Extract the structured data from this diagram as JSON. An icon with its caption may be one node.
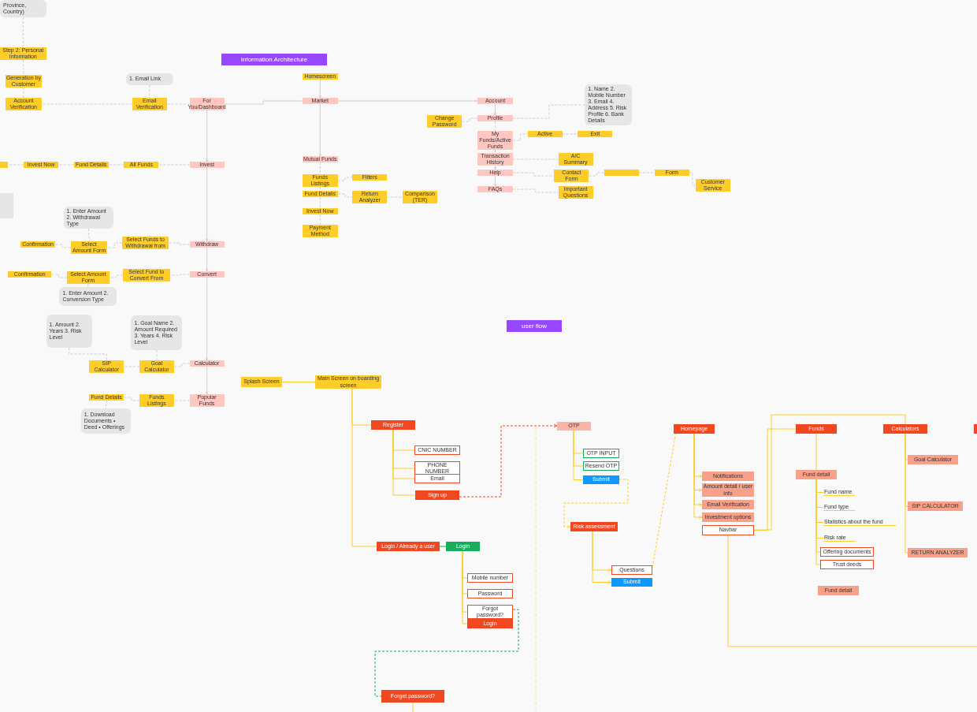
{
  "diagram": {
    "title": "Information Architecture",
    "nodes": [
      {
        "text": [
          "Province, Country)"
        ]
      },
      {
        "text": [
          "Step 2: Personal Information"
        ]
      },
      {
        "text": [
          "Generation by Customer"
        ]
      },
      {
        "text": [
          "Account Verification"
        ]
      },
      {
        "text": [
          "1. Email Link"
        ]
      },
      {
        "text": [
          "Email Verification"
        ]
      },
      {
        "text": [
          "For You/Dashboard"
        ]
      },
      {
        "text": [
          "Homescreen"
        ]
      },
      {
        "text": [
          "Market"
        ]
      },
      {
        "text": [
          "Account"
        ]
      },
      {
        "text": [
          "1. Name 2. Mobile Number 3. Email 4. Address 5. Risk Profile 6. Bank Details"
        ]
      },
      {
        "text": [
          "Change Password"
        ]
      },
      {
        "text": [
          "Profile"
        ]
      },
      {
        "text": [
          "My Funds/Active Funds"
        ]
      },
      {
        "text": [
          "Active"
        ]
      },
      {
        "text": [
          "Exit"
        ]
      },
      {
        "text": [
          "Transaction History"
        ]
      },
      {
        "text": [
          "A/C Summary"
        ]
      },
      {
        "text": [
          "Help"
        ]
      },
      {
        "text": [
          "Contact Form"
        ]
      },
      {
        "text": [],
        "shape": "box"
      },
      {
        "text": [
          "Form"
        ]
      },
      {
        "text": [
          "Customer Service"
        ]
      },
      {
        "text": [
          "FAQs"
        ]
      },
      {
        "text": [
          "Important Questions"
        ]
      },
      {
        "text": [
          "Mutual Funds"
        ]
      },
      {
        "text": [
          "Funds Listings"
        ]
      },
      {
        "text": [
          "Filters"
        ]
      },
      {
        "text": [
          "Fund Details"
        ]
      },
      {
        "text": [
          "Return Analyzer"
        ]
      },
      {
        "text": [
          "Comparison (TER)"
        ]
      },
      {
        "text": [
          "Invest Now"
        ]
      },
      {
        "text": [
          "Payment Method"
        ]
      },
      {
        "text": [],
        "shape": "box"
      },
      {
        "text": [
          "Invest Now"
        ]
      },
      {
        "text": [
          "Fund Details"
        ]
      },
      {
        "text": [
          "All Funds"
        ]
      },
      {
        "text": [
          "Invest"
        ]
      },
      {
        "text": [],
        "shape": "box"
      },
      {
        "text": [
          "1. Enter Amount 2. Withdrawal Type"
        ]
      },
      {
        "text": [
          "Confirmation"
        ]
      },
      {
        "text": [
          "Select Amount Form"
        ]
      },
      {
        "text": [
          "Select Funds to Withdrawal from"
        ]
      },
      {
        "text": [
          "Withdraw"
        ]
      },
      {
        "text": [
          "Confirmation"
        ]
      },
      {
        "text": [
          "Select Amount Form"
        ]
      },
      {
        "text": [
          "Select Fund to Convert From"
        ]
      },
      {
        "text": [
          "Convert"
        ]
      },
      {
        "text": [
          "1. Enter Amount 2. Conversion Type"
        ]
      },
      {
        "text": [
          "1. Amount 2. Years 3. Risk Level"
        ]
      },
      {
        "text": [
          "1. Goal Name 2. Amount Required 3. Years 4. Risk Level"
        ]
      },
      {
        "text": [
          "SIP Calculator"
        ]
      },
      {
        "text": [
          "Goal Calculator"
        ]
      },
      {
        "text": [
          "Calculator"
        ]
      },
      {
        "text": [
          "Fund Details"
        ]
      },
      {
        "text": [
          "Funds Listings"
        ]
      },
      {
        "text": [
          "Popular Funds"
        ]
      },
      {
        "text": [
          "1. Download Documents • Deed • Offerings"
        ]
      },
      {
        "text": [
          "Splash Screen"
        ]
      },
      {
        "text": [
          "Main Screen on boarding screen"
        ]
      },
      {
        "text": [
          "Register"
        ]
      },
      {
        "text": [
          "CNIC NUMBER"
        ]
      },
      {
        "text": [
          "PHONE NUMBER"
        ]
      },
      {
        "text": [
          "Email"
        ]
      },
      {
        "text": [
          "Sign up"
        ]
      },
      {
        "text": [
          "Login / Already a user"
        ]
      },
      {
        "text": [
          "Login"
        ]
      },
      {
        "text": [
          "Mobile number"
        ]
      },
      {
        "text": [
          "Password"
        ]
      },
      {
        "text": [
          "Forgot password?"
        ]
      },
      {
        "text": [
          "Login"
        ]
      },
      {
        "text": [
          "Forget password?"
        ]
      },
      {
        "text": [
          "OTP"
        ]
      },
      {
        "text": [
          "OTP INPUT"
        ]
      },
      {
        "text": [
          "Resend OTP"
        ]
      },
      {
        "text": [
          "Submit"
        ]
      },
      {
        "text": [
          "Risk assessment"
        ]
      },
      {
        "text": [
          "Questions"
        ]
      },
      {
        "text": [
          "Submit"
        ]
      },
      {
        "text": [
          "Homepage"
        ]
      },
      {
        "text": [
          "Notifications"
        ]
      },
      {
        "text": [
          "Amount detail / user info"
        ]
      },
      {
        "text": [
          "Email Verification"
        ]
      },
      {
        "text": [
          "Investment options"
        ]
      },
      {
        "text": [
          "Navbar"
        ]
      },
      {
        "text": [
          "Funds"
        ]
      },
      {
        "text": [
          "Fund detail"
        ]
      },
      {
        "text": [
          "Fund name"
        ]
      },
      {
        "text": [
          "Fund type"
        ]
      },
      {
        "text": [
          "Statistics about the fund"
        ]
      },
      {
        "text": [
          "Risk rate"
        ]
      },
      {
        "text": [
          "Offering documents"
        ]
      },
      {
        "text": [
          "Trust deeds"
        ]
      },
      {
        "text": [
          "Fund detail"
        ]
      },
      {
        "text": [
          "Calculators"
        ]
      },
      {
        "text": [
          "Goal Calculator"
        ]
      },
      {
        "text": [
          "SIP CALCULATOR"
        ]
      },
      {
        "text": [
          "RETURN ANALYZER"
        ]
      },
      {
        "text": [],
        "shape": "box"
      }
    ],
    "edges": [
      {
        "from": 0,
        "to": 1,
        "arrow": "none",
        "style": "dashed"
      },
      {
        "from": 1,
        "to": 2,
        "arrow": "none",
        "style": "dashed"
      },
      {
        "from": 2,
        "to": 3,
        "arrow": "none",
        "style": "dashed"
      },
      {
        "from": 5,
        "to": 3,
        "arrow": "none",
        "style": "dashed"
      },
      {
        "from": 4,
        "to": 5,
        "arrow": "none",
        "style": "dashed"
      },
      {
        "from": 6,
        "to": 5,
        "arrow": "none",
        "style": "dashed"
      },
      {
        "from": 6,
        "to": 8,
        "arrow": "none"
      },
      {
        "from": 7,
        "to": 8,
        "arrow": "to"
      },
      {
        "from": 8,
        "to": 9,
        "arrow": "to"
      },
      {
        "from": 9,
        "to": 12,
        "arrow": "to"
      },
      {
        "from": 12,
        "to": 11,
        "arrow": "none",
        "style": "dashed"
      },
      {
        "from": 12,
        "to": 10,
        "arrow": "none",
        "style": "dashed"
      },
      {
        "from": 12,
        "to": 13,
        "arrow": "none",
        "style": "dashed"
      },
      {
        "from": 13,
        "to": 14,
        "arrow": "none",
        "style": "dashed"
      },
      {
        "from": 14,
        "to": 15,
        "arrow": "none",
        "style": "dashed"
      },
      {
        "from": 13,
        "to": 16,
        "arrow": "none",
        "style": "dashed"
      },
      {
        "from": 16,
        "to": 17,
        "arrow": "none",
        "style": "dashed"
      },
      {
        "from": 16,
        "to": 18,
        "arrow": "to"
      },
      {
        "from": 18,
        "to": 19,
        "arrow": "none",
        "style": "dashed"
      },
      {
        "from": 19,
        "to": 20,
        "arrow": "none",
        "style": "dashed"
      },
      {
        "from": 20,
        "to": 21,
        "arrow": "none",
        "style": "dashed"
      },
      {
        "from": 21,
        "to": 22,
        "arrow": "none",
        "style": "dashed"
      },
      {
        "from": 18,
        "to": 23,
        "arrow": "to"
      },
      {
        "from": 23,
        "to": 24,
        "arrow": "none",
        "style": "dashed"
      },
      {
        "from": 8,
        "to": 25,
        "arrow": "to"
      },
      {
        "from": 25,
        "to": 26,
        "arrow": "none",
        "style": "dashed"
      },
      {
        "from": 26,
        "to": 27,
        "arrow": "none",
        "style": "dashed"
      },
      {
        "from": 26,
        "to": 28,
        "arrow": "none",
        "style": "dashed"
      },
      {
        "from": 28,
        "to": 29,
        "arrow": "none",
        "style": "dashed"
      },
      {
        "from": 29,
        "to": 30,
        "arrow": "none",
        "style": "dashed"
      },
      {
        "from": 28,
        "to": 31,
        "arrow": "none",
        "style": "dashed"
      },
      {
        "from": 31,
        "to": 32,
        "arrow": "none",
        "style": "dashed"
      },
      {
        "from": 6,
        "to": 37,
        "arrow": "to"
      },
      {
        "from": 37,
        "to": 36,
        "arrow": "none",
        "style": "dashed"
      },
      {
        "from": 36,
        "to": 35,
        "arrow": "none",
        "style": "dashed"
      },
      {
        "from": 35,
        "to": 34,
        "arrow": "none",
        "style": "dashed"
      },
      {
        "from": 34,
        "to": 33,
        "arrow": "none",
        "style": "dashed"
      },
      {
        "from": 37,
        "to": 43,
        "arrow": "to"
      },
      {
        "from": 43,
        "to": 42,
        "arrow": "none",
        "style": "dashed"
      },
      {
        "from": 42,
        "to": 41,
        "arrow": "none",
        "style": "dashed"
      },
      {
        "from": 41,
        "to": 40,
        "arrow": "none",
        "style": "dashed"
      },
      {
        "from": 39,
        "to": 41,
        "arrow": "none",
        "style": "dashed"
      },
      {
        "from": 43,
        "to": 47,
        "arrow": "to"
      },
      {
        "from": 47,
        "to": 46,
        "arrow": "none",
        "style": "dashed"
      },
      {
        "from": 46,
        "to": 45,
        "arrow": "none",
        "style": "dashed"
      },
      {
        "from": 45,
        "to": 44,
        "arrow": "none",
        "style": "dashed"
      },
      {
        "from": 45,
        "to": 48,
        "arrow": "none",
        "style": "dashed"
      },
      {
        "from": 47,
        "to": 53,
        "arrow": "to"
      },
      {
        "from": 53,
        "to": 52,
        "arrow": "none",
        "style": "dashed"
      },
      {
        "from": 52,
        "to": 51,
        "arrow": "none",
        "style": "dashed"
      },
      {
        "from": 50,
        "to": 52,
        "arrow": "none",
        "style": "dashed"
      },
      {
        "from": 49,
        "to": 51,
        "arrow": "none",
        "style": "dashed"
      },
      {
        "from": 53,
        "to": 56,
        "arrow": "to"
      },
      {
        "from": 56,
        "to": 55,
        "arrow": "none",
        "style": "dashed"
      },
      {
        "from": 55,
        "to": 54,
        "arrow": "none",
        "style": "dashed"
      },
      {
        "from": 54,
        "to": 57,
        "arrow": "none",
        "style": "dashed"
      },
      {
        "from": 58,
        "to": 59,
        "arrow": "none",
        "color": "#ffcd29"
      },
      {
        "from": 59,
        "to": 60,
        "arrow": "none",
        "color": "#ffcd29"
      },
      {
        "from": 59,
        "to": 65,
        "arrow": "none",
        "color": "#ffcd29"
      },
      {
        "from": 60,
        "to": 61,
        "arrow": "none",
        "color": "#ffcd29"
      },
      {
        "from": 60,
        "to": 62,
        "arrow": "none",
        "color": "#ffcd29"
      },
      {
        "from": 60,
        "to": 63,
        "arrow": "none",
        "color": "#ffcd29"
      },
      {
        "from": 60,
        "to": 64,
        "arrow": "none",
        "color": "#ffcd29"
      },
      {
        "from": 64,
        "to": 72,
        "arrow": "to",
        "style": "dashed",
        "color": "#f24822"
      },
      {
        "from": 65,
        "to": 66,
        "arrow": "none",
        "color": "#14ae5c"
      },
      {
        "from": 66,
        "to": 67,
        "arrow": "none",
        "color": "#ffcd29"
      },
      {
        "from": 66,
        "to": 68,
        "arrow": "none",
        "color": "#ffcd29"
      },
      {
        "from": 66,
        "to": 69,
        "arrow": "none",
        "color": "#ffcd29"
      },
      {
        "from": 66,
        "to": 70,
        "arrow": "none",
        "color": "#ffcd29"
      },
      {
        "from": 69,
        "to": 71,
        "arrow": "none",
        "style": "dashed",
        "color": "#14ae5c"
      },
      {
        "from": 71,
        "to": null,
        "arrow": "none",
        "color": "#ffcd29"
      },
      {
        "from": 72,
        "to": 73,
        "arrow": "none",
        "color": "#ffcd29"
      },
      {
        "from": 72,
        "to": 74,
        "arrow": "none",
        "color": "#ffcd29"
      },
      {
        "from": 72,
        "to": 75,
        "arrow": "none",
        "color": "#ffcd29"
      },
      {
        "from": 75,
        "to": 76,
        "arrow": "to",
        "style": "dashed",
        "color": "#ffcd29"
      },
      {
        "from": 76,
        "to": 77,
        "arrow": "to",
        "color": "#ffcd29"
      },
      {
        "from": 76,
        "to": 78,
        "arrow": "to",
        "color": "#ffcd29"
      },
      {
        "from": 77,
        "to": 79,
        "arrow": "none",
        "style": "dashed",
        "color": "#ffcd29"
      },
      {
        "from": 79,
        "to": 80,
        "arrow": "to",
        "color": "#ffcd29"
      },
      {
        "from": 79,
        "to": 81,
        "arrow": "to",
        "color": "#ffcd29"
      },
      {
        "from": 79,
        "to": 82,
        "arrow": "to",
        "color": "#ffcd29"
      },
      {
        "from": 79,
        "to": 83,
        "arrow": "to",
        "color": "#ffcd29"
      },
      {
        "from": 84,
        "to": 85,
        "arrow": "none",
        "color": "#ffcd29"
      },
      {
        "from": 84,
        "to": 94,
        "arrow": "none",
        "color": "#ffcd29"
      },
      {
        "from": 84,
        "to": null,
        "arrow": "none",
        "color": "#ffcd29"
      },
      {
        "from": 85,
        "to": 86,
        "arrow": "none",
        "color": "#ffcd29"
      },
      {
        "from": 86,
        "to": 87,
        "arrow": "none",
        "color": "#ffcd29"
      },
      {
        "from": 86,
        "to": 88,
        "arrow": "none",
        "color": "#ffcd29"
      },
      {
        "from": 86,
        "to": 89,
        "arrow": "none",
        "color": "#ffcd29"
      },
      {
        "from": 86,
        "to": 90,
        "arrow": "none",
        "color": "#ffcd29"
      },
      {
        "from": 86,
        "to": 91,
        "arrow": "none",
        "color": "#ffcd29"
      },
      {
        "from": 86,
        "to": 92,
        "arrow": "none",
        "color": "#ffcd29"
      },
      {
        "from": 94,
        "to": 95,
        "arrow": "none",
        "color": "#ffcd29"
      },
      {
        "from": 94,
        "to": 96,
        "arrow": "none",
        "color": "#ffcd29"
      },
      {
        "from": 94,
        "to": 97,
        "arrow": "none",
        "color": "#ffcd29"
      }
    ],
    "labels": [
      "user flow"
    ]
  }
}
